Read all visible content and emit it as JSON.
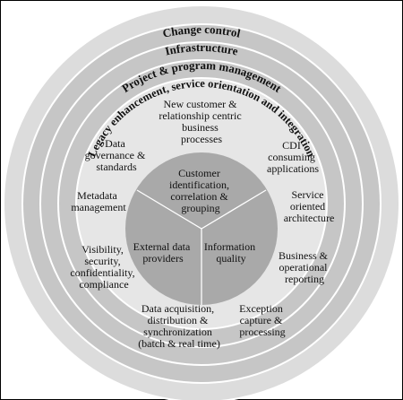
{
  "rings": {
    "ring1": "Change control",
    "ring2": "Infrastructure",
    "ring3": "Project & program management",
    "ring4": "Legacy enhancement, service orientation and integration"
  },
  "center": {
    "top": [
      "Customer",
      "identification,",
      "correlation &",
      "grouping"
    ],
    "left": [
      "External data",
      "providers"
    ],
    "right": [
      "Information",
      "quality"
    ]
  },
  "outer_labels": {
    "new_customer": [
      "New customer &",
      "relationship centric",
      "business",
      "processes"
    ],
    "cdi": [
      "CDI",
      "consuming",
      "applications"
    ],
    "soa": [
      "Service",
      "oriented",
      "architecture"
    ],
    "business_reporting": [
      "Business &",
      "operational",
      "reporting"
    ],
    "exception": [
      "Exception",
      "capture &",
      "processing"
    ],
    "data_acquisition": [
      "Data acquisition,",
      "distribution &",
      "synchronization",
      "(batch & real time)"
    ],
    "visibility": [
      "Visibility,",
      "security,",
      "confidentiality,",
      "compliance"
    ],
    "metadata": [
      "Metadata",
      "management"
    ],
    "data_governance": [
      "Data",
      "governance &",
      "standards"
    ]
  },
  "colors": {
    "ring_outer": "#dcdcdc",
    "ring_band": "#c3c3c3",
    "inner_area": "#e6e6e6",
    "core": "#a9a9a9",
    "stroke": "#ffffff",
    "text": "#111111"
  }
}
